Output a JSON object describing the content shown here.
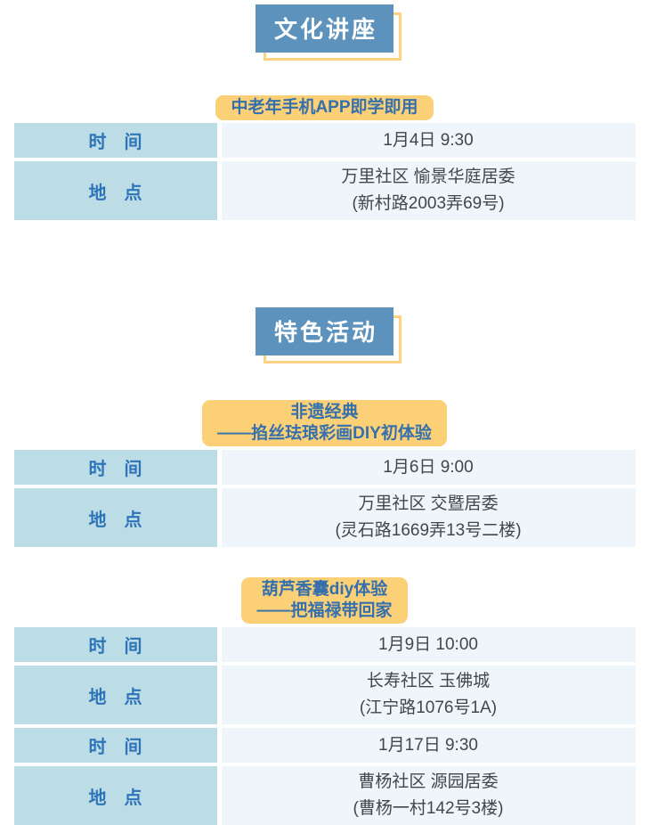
{
  "colors": {
    "title_bg": "#5d92bc",
    "title_text": "#ffffff",
    "accent_yellow": "#fbd077",
    "outline_yellow": "#fcd283",
    "badge_text": "#3570ad",
    "label_text": "#2e74b8",
    "label_cell_bg": "#bcdce6",
    "value_cell_bg": "#eff6fb",
    "value_text": "#40474c"
  },
  "sections": [
    {
      "title": "文化讲座",
      "events": [
        {
          "badge_lines": [
            "中老年手机APP即学即用"
          ],
          "rows": [
            {
              "label": "时　间",
              "lines": [
                "1月4日 9:30"
              ]
            },
            {
              "label": "地　点",
              "lines": [
                "万里社区 愉景华庭居委",
                "(新村路2003弄69号)"
              ]
            }
          ]
        }
      ]
    },
    {
      "title": "特色活动",
      "events": [
        {
          "badge_lines": [
            "非遗经典",
            "——掐丝珐琅彩画DIY初体验"
          ],
          "rows": [
            {
              "label": "时　间",
              "lines": [
                "1月6日 9:00"
              ]
            },
            {
              "label": "地　点",
              "lines": [
                "万里社区 交暨居委",
                "(灵石路1669弄13号二楼)"
              ]
            }
          ]
        },
        {
          "badge_lines": [
            "葫芦香囊diy体验",
            "——把福禄带回家"
          ],
          "rows": [
            {
              "label": "时　间",
              "lines": [
                "1月9日 10:00"
              ]
            },
            {
              "label": "地　点",
              "lines": [
                "长寿社区 玉佛城",
                "(江宁路1076号1A)"
              ]
            },
            {
              "label": "时　间",
              "lines": [
                "1月17日 9:30"
              ]
            },
            {
              "label": "地　点",
              "lines": [
                "曹杨社区 源园居委",
                "(曹杨一村142号3楼)"
              ]
            }
          ]
        }
      ]
    }
  ]
}
